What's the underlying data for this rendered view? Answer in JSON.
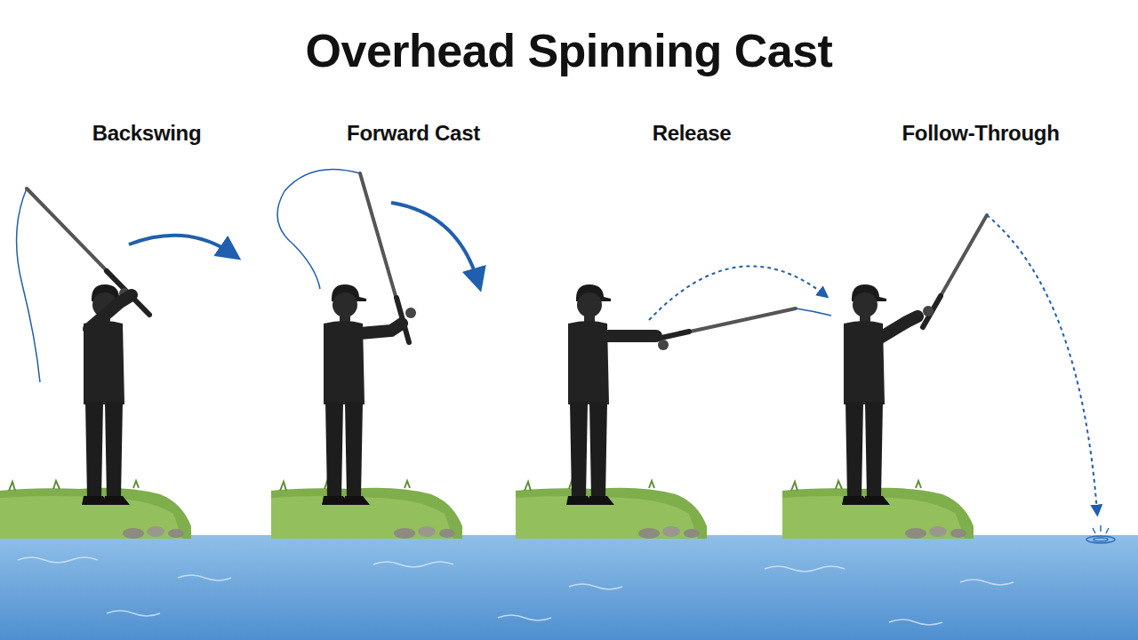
{
  "diagram": {
    "title": "Overhead Spinning Cast",
    "labels": [
      "Backswing",
      "Forward Cast",
      "Release",
      "Follow-Through"
    ]
  }
}
